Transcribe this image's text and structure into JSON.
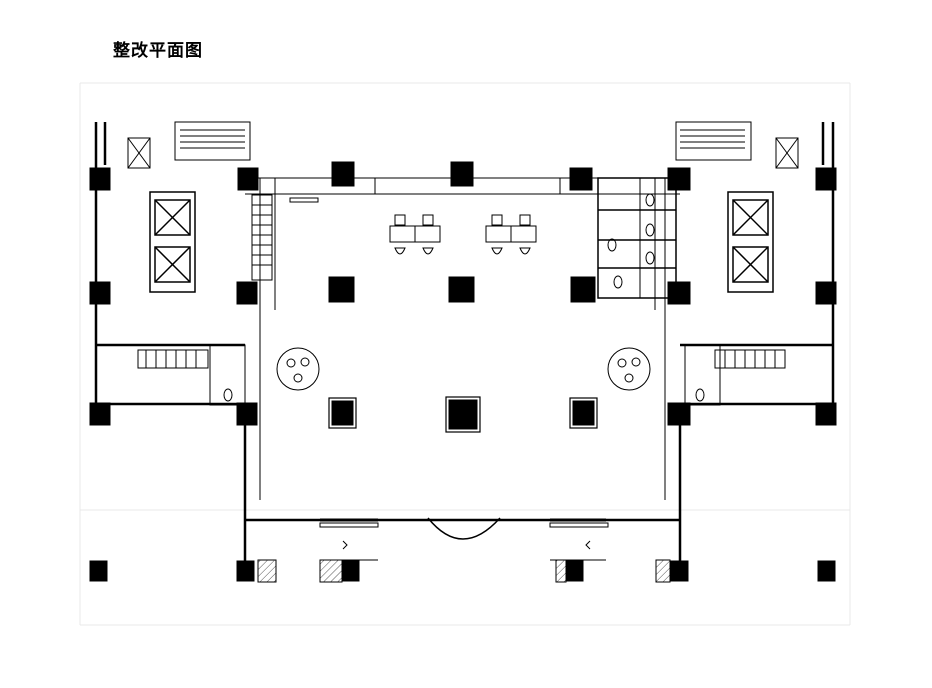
{
  "page": {
    "title": "整改平面图"
  },
  "plan": {
    "line_color": "#000000",
    "grid_color": "#e8e8e8",
    "hatch_color": "#555555",
    "elements": [
      "columns",
      "elevators",
      "stairs",
      "restrooms",
      "seating-area",
      "lounge-tables",
      "reception-desk",
      "entrance-doors",
      "curved-entrance"
    ]
  }
}
